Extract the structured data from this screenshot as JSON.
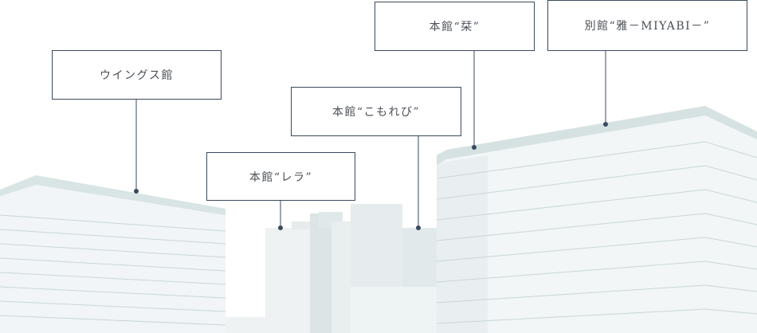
{
  "labels": {
    "wings": "ウイングス館",
    "lera": "本館“レラ”",
    "komorebi": "本館“こもれび”",
    "sui": "本館“栞”",
    "miyabi": "別館“雅－MIYABI－”"
  },
  "colors": {
    "building_light": "#f1f5f7",
    "building_mid": "#e6eced",
    "building_dark": "#dce3e4",
    "roof": "#d6e2e2",
    "floor_line": "#c9d5d8",
    "leader_line": "#3a4a5e"
  }
}
